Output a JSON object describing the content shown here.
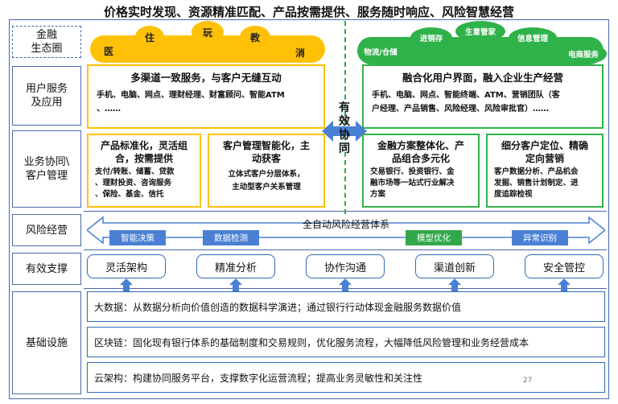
{
  "title": "价格实时发现、资源精准匹配、产品按需提供、服务随时响应、风险智慧经营",
  "row_labels": {
    "ecosystem": "金融\n生态圈",
    "user_service": "用户服务\n及应用",
    "business": "业务协同\\\n客户管理",
    "risk": "风险经营",
    "support": "有效支撑",
    "infrastructure": "基础设施"
  },
  "left_bubbles": [
    "医",
    "住",
    "玩",
    "教",
    "消"
  ],
  "right_bubbles": [
    "物流/仓储",
    "进销存",
    "生意管家",
    "信息管理",
    "电商服务"
  ],
  "center_text": "有\n效\n协\n同",
  "user_left": {
    "heading": "多渠道一致服务，与客户无缝互动",
    "body": "手机、电脑、网点、理财经理、财富顾问、智能ATM\n、……"
  },
  "user_right": {
    "heading": "融合化用户界面，融入企业生产经营",
    "body": "手机、电脑、网点、智能终端、ATM、营销团队（客\n户经理、产品销售、风险经理、风险审批官）……"
  },
  "biz_boxes": [
    {
      "heading": "产品标准化，灵活组\n合，按需提供",
      "body": "支付/转账、储蓄、贷款\n、理财投资、咨询服务\n、保险、基金、信托"
    },
    {
      "heading": "客户管理智能化，主\n动获客",
      "body": "立体式客户分层体系，\n主动型客户关系管理"
    },
    {
      "heading": "金融方案整体化、产\n品组合多元化",
      "body": "交易银行、投资银行、金\n融市场等一站式行业解决\n方案"
    },
    {
      "heading": "细分客户定位、精确\n定向营销",
      "body": "客户数据分析、产品机会\n发掘、销售计划制定、进\n度追踪检视"
    }
  ],
  "risk": {
    "label": "全自动风险经营体系",
    "tags": [
      "智能决策",
      "数据检测",
      "模型优化",
      "异常识别"
    ]
  },
  "support_items": [
    "灵活架构",
    "精准分析",
    "协作沟通",
    "渠道创新",
    "安全管控"
  ],
  "infrastructure": [
    "大数据：从数据分析向价值创造的数据科学演进；通过银行行动体现金融服务数据价值",
    "区块链：固化现有银行体系的基础制度和交易规则，优化服务流程，大幅降低风险管理和业务经营成本",
    "云架构：构建协同服务平台，支撑数字化运营流程；提高业务灵敏性和关注性"
  ],
  "page_number": "27",
  "colors": {
    "yellow": "#ffc107",
    "green": "#2fb24a",
    "blue": "#4a80d4",
    "frame": "#4a6aa8"
  }
}
